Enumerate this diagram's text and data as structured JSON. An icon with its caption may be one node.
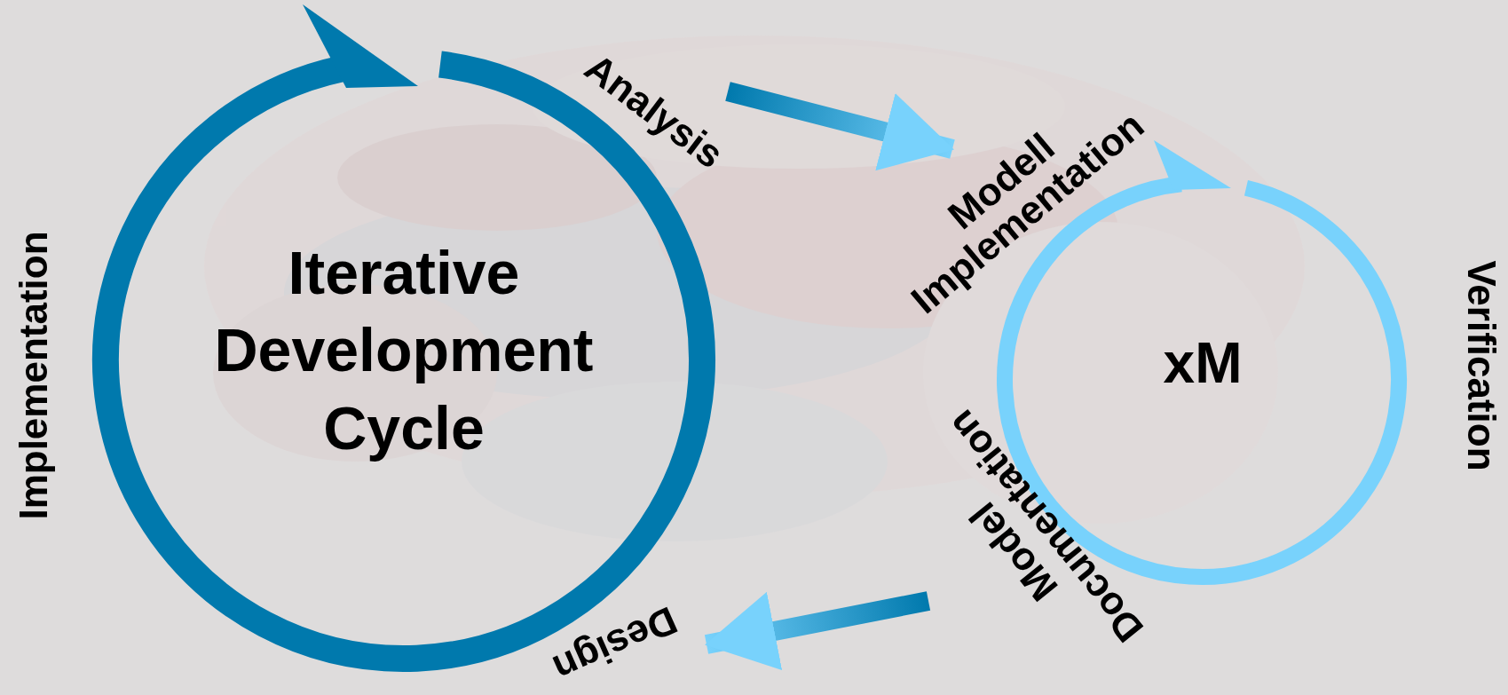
{
  "diagram": {
    "nodes": [
      {
        "text": [
          "Iterative Development Cycle"
        ]
      },
      {
        "text": [
          "xM"
        ]
      }
    ],
    "edges": [
      {
        "from": 0,
        "to": 1,
        "arrow": "to"
      },
      {
        "from": 1,
        "to": 0,
        "arrow": "to"
      }
    ],
    "labels": [
      "Analysis",
      "Implementation",
      "Design",
      "Modell Implementation",
      "Verification",
      "Model Documentation"
    ]
  }
}
